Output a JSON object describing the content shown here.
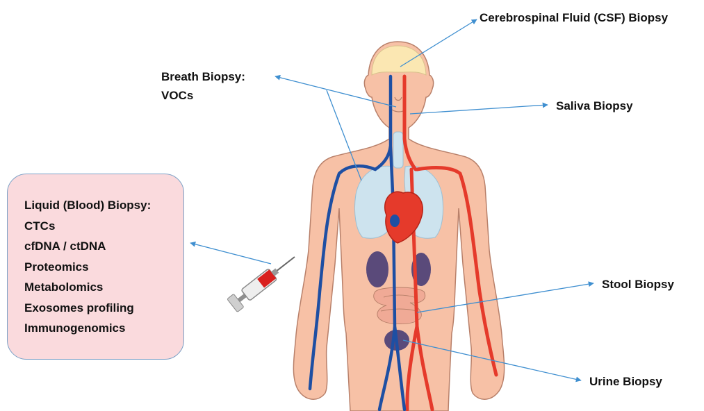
{
  "labels": {
    "csf": "Cerebrospinal Fluid (CSF) Biopsy",
    "breath_title": "Breath Biopsy:",
    "breath_sub": "VOCs",
    "saliva": "Saliva Biopsy",
    "stool": "Stool Biopsy",
    "urine": "Urine Biopsy"
  },
  "liquid_biopsy": {
    "title": "Liquid (Blood) Biopsy:",
    "items": [
      "CTCs",
      "cfDNA / ctDNA",
      "Proteomics",
      "Metabolomics",
      "Exosomes profiling",
      "Immunogenomics"
    ]
  },
  "colors": {
    "skin": "#f7c1a6",
    "skin_outline": "#b8806a",
    "brain": "#fbe7b2",
    "lungs": "#cde3ee",
    "artery": "#e53a2b",
    "vein": "#1e4fa3",
    "organ": "#5a4a7a",
    "arrow": "#3f8fd0",
    "box_fill": "#fadadd"
  }
}
